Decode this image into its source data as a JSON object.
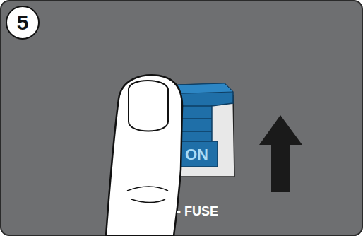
{
  "diagram": {
    "nodes": [
      {
        "text": [
          "5"
        ]
      }
    ],
    "labels": [
      "ON",
      "- FUSE"
    ]
  }
}
